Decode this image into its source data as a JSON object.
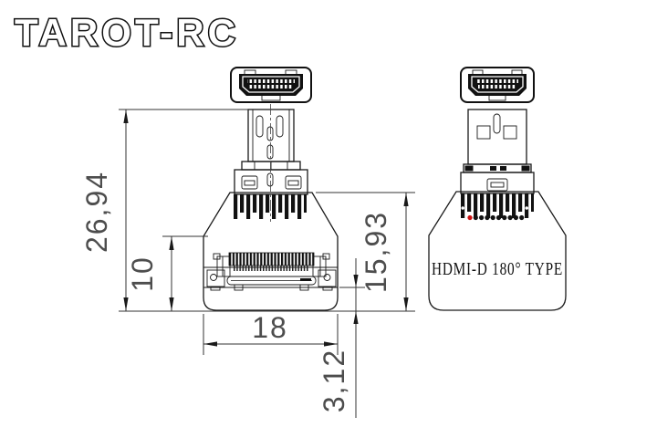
{
  "logo": {
    "text": "TAROT-RC"
  },
  "drawing": {
    "type_label": "HDMI-D 180° TYPE",
    "dimensions": {
      "overall_height": "26,94",
      "lower_body_height": "10",
      "body_width": "18",
      "base_thickness": "3,12",
      "body_height": "15,93"
    },
    "colors": {
      "line": "#1a1a1a",
      "dimension_text": "#4d4d4d",
      "pin1_marker": "#cc1111",
      "background": "#ffffff"
    }
  }
}
